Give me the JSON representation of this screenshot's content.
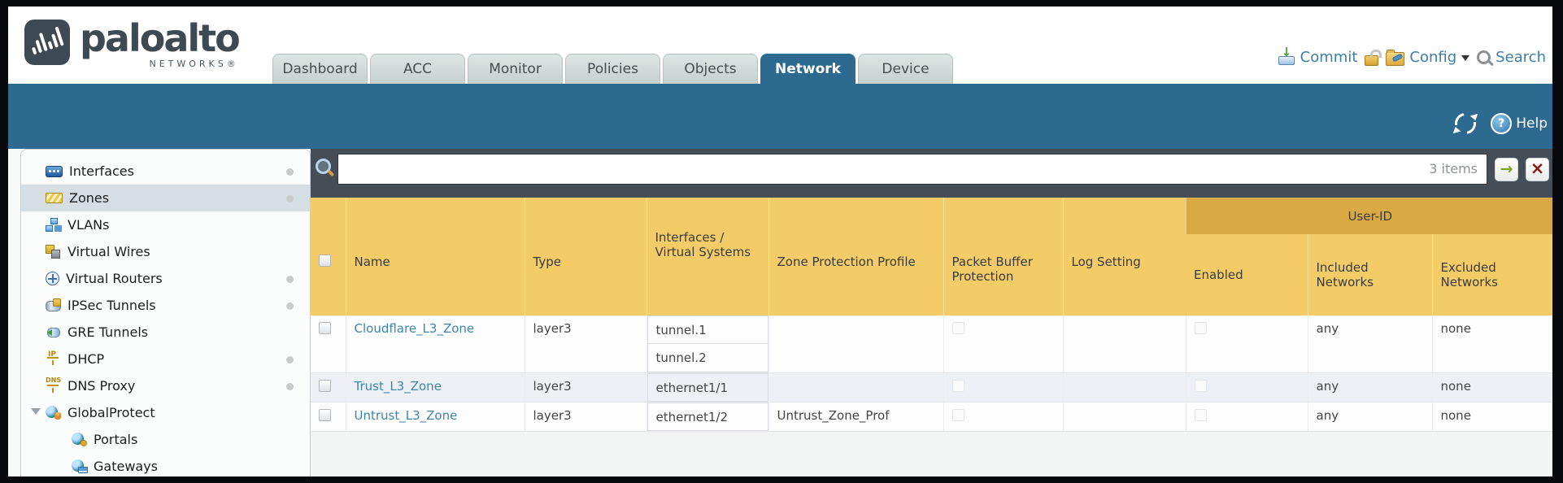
{
  "header": {
    "logo": {
      "brand": "paloalto",
      "sub": "NETWORKS®"
    },
    "tabs": [
      {
        "label": "Dashboard"
      },
      {
        "label": "ACC"
      },
      {
        "label": "Monitor"
      },
      {
        "label": "Policies"
      },
      {
        "label": "Objects"
      },
      {
        "label": "Network",
        "active": true
      },
      {
        "label": "Device"
      }
    ],
    "utilities": {
      "commit": "Commit",
      "config": "Config",
      "search": "Search"
    }
  },
  "toolbar": {
    "help": "Help"
  },
  "sidebar": {
    "items": [
      {
        "label": "Interfaces",
        "icon": "interfaces-icon",
        "dot": true
      },
      {
        "label": "Zones",
        "icon": "zones-icon",
        "dot": true,
        "selected": true
      },
      {
        "label": "VLANs",
        "icon": "vlans-icon"
      },
      {
        "label": "Virtual Wires",
        "icon": "virtual-wires-icon"
      },
      {
        "label": "Virtual Routers",
        "icon": "virtual-routers-icon",
        "dot": true
      },
      {
        "label": "IPSec Tunnels",
        "icon": "ipsec-tunnels-icon",
        "dot": true
      },
      {
        "label": "GRE Tunnels",
        "icon": "gre-tunnels-icon"
      },
      {
        "label": "DHCP",
        "icon": "dhcp-icon",
        "dot": true
      },
      {
        "label": "DNS Proxy",
        "icon": "dns-proxy-icon",
        "dot": true
      },
      {
        "label": "GlobalProtect",
        "icon": "globalprotect-icon",
        "expander": true
      },
      {
        "label": "Portals",
        "icon": "portals-icon",
        "indent": true
      },
      {
        "label": "Gateways",
        "icon": "gateways-icon",
        "indent": true
      }
    ]
  },
  "search_bar": {
    "value": "",
    "count_label": "3 items"
  },
  "table": {
    "group_header": "User-ID",
    "columns": {
      "name": "Name",
      "type": "Type",
      "interfaces": "Interfaces / Virtual Systems",
      "zpp": "Zone Protection Profile",
      "pbp": "Packet Buffer Protection",
      "log": "Log Setting",
      "enabled": "Enabled",
      "included": "Included Networks",
      "excluded": "Excluded Networks"
    },
    "rows": [
      {
        "name": "Cloudflare_L3_Zone",
        "type": "layer3",
        "interfaces": [
          "tunnel.1",
          "tunnel.2"
        ],
        "zone_protection_profile": "",
        "log_setting": "",
        "included_networks": "any",
        "excluded_networks": "none"
      },
      {
        "name": "Trust_L3_Zone",
        "type": "layer3",
        "interfaces": [
          "ethernet1/1"
        ],
        "zone_protection_profile": "",
        "log_setting": "",
        "included_networks": "any",
        "excluded_networks": "none",
        "alt": true
      },
      {
        "name": "Untrust_L3_Zone",
        "type": "layer3",
        "interfaces": [
          "ethernet1/2"
        ],
        "zone_protection_profile": "Untrust_Zone_Prof",
        "log_setting": "",
        "included_networks": "any",
        "excluded_networks": "none"
      }
    ]
  },
  "colors": {
    "teal_band": "#2e6a8f",
    "active_tab": "#2d6a90",
    "header_amber": "#f3cb67",
    "group_amber": "#d9a943",
    "slate_filter_row": "#454e57",
    "link_blue": "#3e85a9",
    "selected_sidebar": "#d5dfe3"
  }
}
